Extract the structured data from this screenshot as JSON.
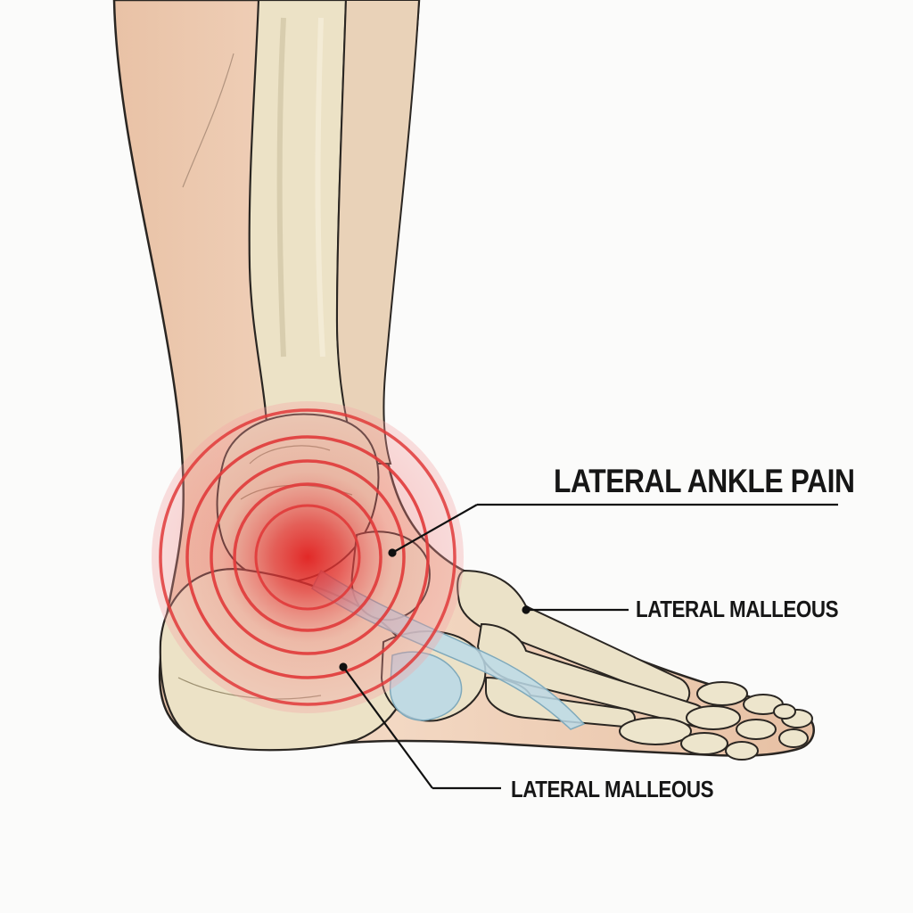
{
  "labels": {
    "title": "LATERAL ANKLE PAIN",
    "callout_right": "LATERAL MALLEOUS",
    "callout_bottom": "LATERAL MALLEOUS"
  },
  "colors": {
    "background": "#fbfbfa",
    "skin": "#efcfb8",
    "bone": "#ebe2c8",
    "ligament": "#bcdbe8",
    "pain": "#e02a2a",
    "outline": "#2a2622"
  }
}
